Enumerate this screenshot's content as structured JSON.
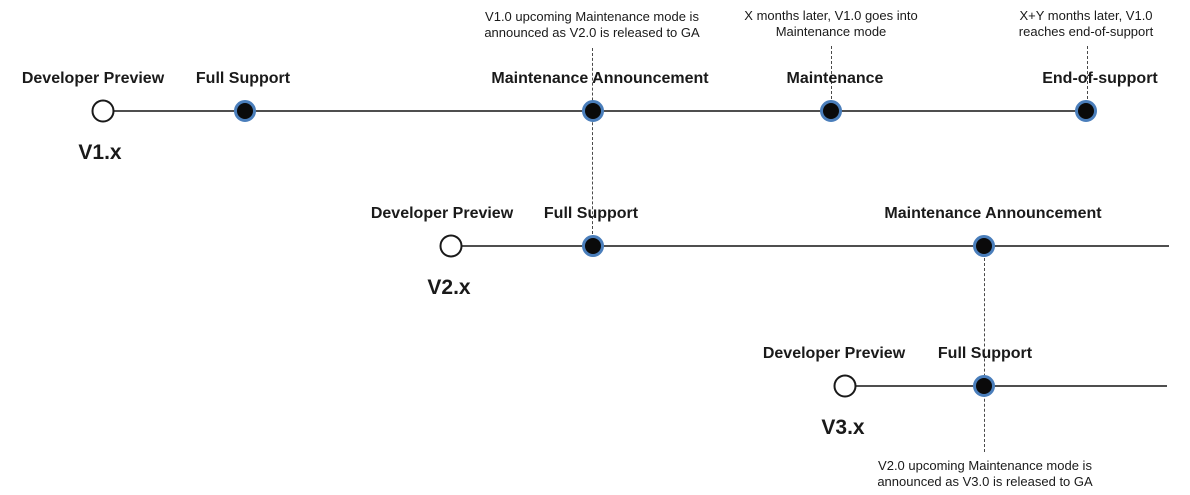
{
  "diagram": {
    "timelines": [
      {
        "version": "V1.x",
        "milestones": [
          {
            "label": "Developer Preview",
            "type": "open"
          },
          {
            "label": "Full Support",
            "type": "filled"
          },
          {
            "label": "Maintenance Announcement",
            "type": "filled"
          },
          {
            "label": "Maintenance",
            "type": "filled"
          },
          {
            "label": "End-of-support",
            "type": "filled"
          }
        ]
      },
      {
        "version": "V2.x",
        "milestones": [
          {
            "label": "Developer Preview",
            "type": "open"
          },
          {
            "label": "Full Support",
            "type": "filled"
          },
          {
            "label": "Maintenance Announcement",
            "type": "filled"
          }
        ]
      },
      {
        "version": "V3.x",
        "milestones": [
          {
            "label": "Developer Preview",
            "type": "open"
          },
          {
            "label": "Full Support",
            "type": "filled"
          }
        ]
      }
    ],
    "annotations": [
      {
        "line1": "V1.0 upcoming Maintenance mode is",
        "line2": "announced as V2.0 is released to GA"
      },
      {
        "line1": "X months later, V1.0 goes into",
        "line2": "Maintenance mode"
      },
      {
        "line1": "X+Y months later, V1.0",
        "line2": "reaches end-of-support"
      },
      {
        "line1": "V2.0 upcoming Maintenance mode is",
        "line2": "announced as V3.0 is released to GA"
      }
    ],
    "colors": {
      "node_fill": "#0a0a0a",
      "node_ring": "#4a7ebb",
      "open_ring": "#1a1a1a",
      "line": "#4f4f4f",
      "text": "#1a1a1a"
    }
  }
}
